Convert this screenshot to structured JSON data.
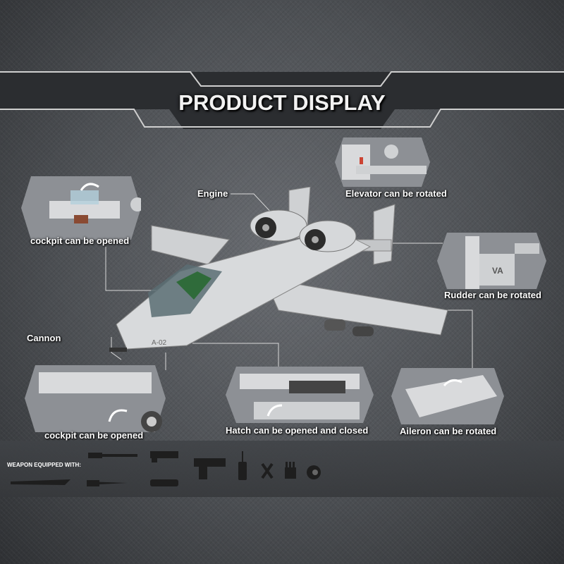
{
  "header": {
    "title": "PRODUCT DISPLAY"
  },
  "callouts": {
    "engine": "Engine",
    "elevator": "Elevator can be rotated",
    "cockpit_top": "cockpit can be opened",
    "rudder": "Rudder can be rotated",
    "cannon": "Cannon",
    "cockpit_bottom": "cockpit can be opened",
    "hatch": "Hatch can be opened and closed",
    "aileron": "Aileron can be rotated"
  },
  "aircraft": {
    "marking": "A-02"
  },
  "weapons": {
    "label": "WEAPON EQUIPPED WITH:",
    "items": [
      "machete-icon",
      "knife-icon",
      "rifle-barrel-icon",
      "launcher-icon",
      "scope-icon",
      "pistol-icon",
      "radio-icon",
      "clip-icon",
      "magazine-icon",
      "grenade-icon"
    ]
  },
  "colors": {
    "background": "#4a4d51",
    "banner": "#2b2d30",
    "model_gray": "#c9cbcd",
    "text": "#ffffff"
  }
}
